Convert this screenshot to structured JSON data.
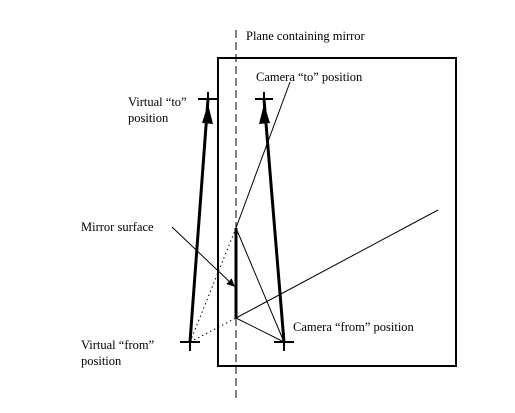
{
  "labels": {
    "plane": "Plane containing mirror",
    "camera_to": "Camera “to” position",
    "virtual_to_line1": "Virtual “to”",
    "virtual_to_line2": "position",
    "mirror_surface": "Mirror surface",
    "camera_from": "Camera “from” position",
    "virtual_from_line1": "Virtual “from”",
    "virtual_from_line2": "position"
  },
  "colors": {
    "ink": "#000000",
    "background": "#ffffff"
  }
}
